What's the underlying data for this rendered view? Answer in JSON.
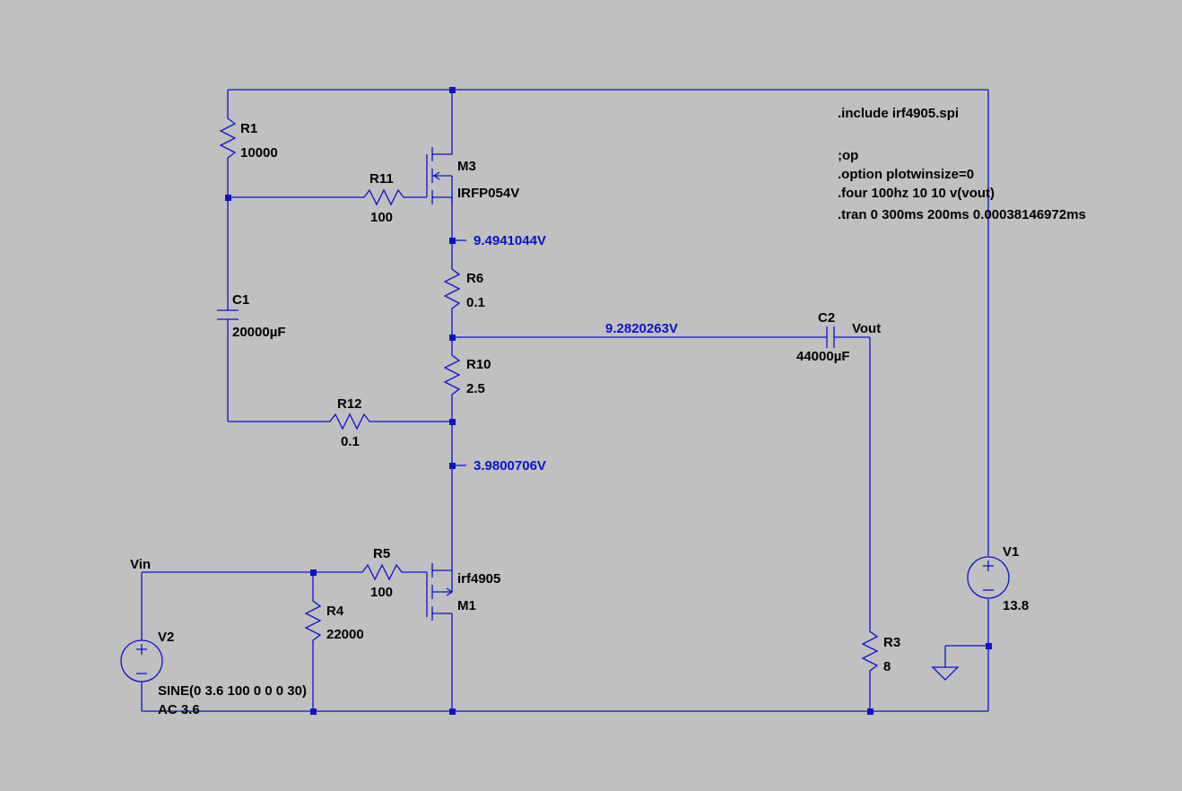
{
  "colors": {
    "background": "#c0c0c0",
    "wire": "#1010c8",
    "label": "#000000",
    "voltage_label": "#1010c8"
  },
  "components": {
    "r1": {
      "name": "R1",
      "value": "10000"
    },
    "r11": {
      "name": "R11",
      "value": "100"
    },
    "m3": {
      "name": "M3",
      "value": "IRFP054V"
    },
    "r6": {
      "name": "R6",
      "value": "0.1"
    },
    "c1": {
      "name": "C1",
      "value": "20000µF"
    },
    "c2": {
      "name": "C2",
      "value": "44000µF"
    },
    "r10": {
      "name": "R10",
      "value": "2.5"
    },
    "r12": {
      "name": "R12",
      "value": "0.1"
    },
    "r5": {
      "name": "R5",
      "value": "100"
    },
    "m1": {
      "name": "M1",
      "value": "irf4905"
    },
    "r4": {
      "name": "R4",
      "value": "22000"
    },
    "v2": {
      "name": "V2",
      "value_line1": "SINE(0 3.6 100 0 0 0 30)",
      "value_line2": "AC 3.6"
    },
    "r3": {
      "name": "R3",
      "value": "8"
    },
    "v1": {
      "name": "V1",
      "value": "13.8"
    }
  },
  "net_labels": {
    "vin": "Vin",
    "vout": "Vout"
  },
  "voltages": {
    "m3_source": "9.4941044V",
    "mid_node": "9.2820263V",
    "m1_source": "3.9800706V"
  },
  "directives": [
    ".include irf4905.spi",
    ";op",
    ".option plotwinsize=0",
    ".four 100hz 10 10 v(vout)",
    ".tran 0 300ms 200ms 0.00038146972ms"
  ],
  "icons": {
    "ground": "ground-icon",
    "voltage_source": "voltage-source-icon"
  }
}
